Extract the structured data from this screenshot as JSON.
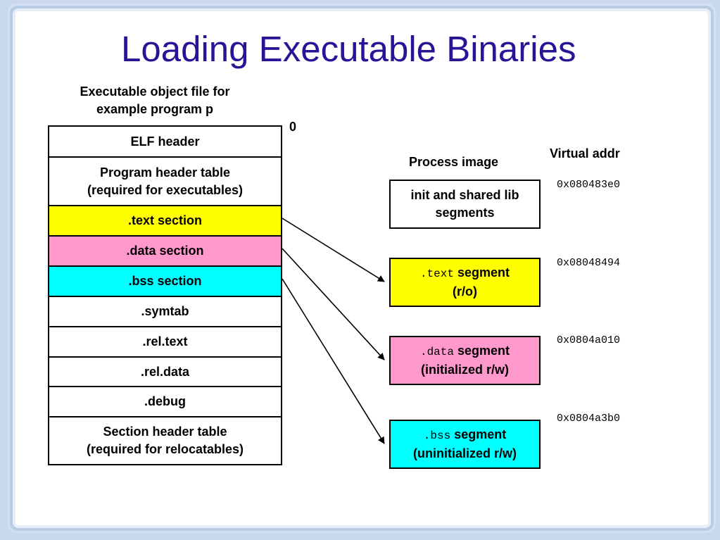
{
  "slide": {
    "title": "Loading Executable Binaries",
    "file_caption": [
      "Executable object file for",
      "example program p"
    ],
    "offset_zero": "0",
    "process_caption": "Process image",
    "vaddr_caption": "Virtual addr"
  },
  "elf_rows": [
    {
      "lines": [
        "ELF header"
      ],
      "color": "#ffffff"
    },
    {
      "lines": [
        "Program header table",
        "(required for executables)"
      ],
      "color": "#ffffff"
    },
    {
      "lines": [
        ".text section"
      ],
      "color": "#ffff00"
    },
    {
      "lines": [
        ".data section"
      ],
      "color": "#ff99cc"
    },
    {
      "lines": [
        ".bss section"
      ],
      "color": "#00ffff"
    },
    {
      "lines": [
        ".symtab"
      ],
      "color": "#ffffff"
    },
    {
      "lines": [
        ".rel.text"
      ],
      "color": "#ffffff"
    },
    {
      "lines": [
        ".rel.data"
      ],
      "color": "#ffffff"
    },
    {
      "lines": [
        ".debug"
      ],
      "color": "#ffffff"
    },
    {
      "lines": [
        "Section header table",
        "(required for relocatables)"
      ],
      "color": "#ffffff"
    }
  ],
  "segments": [
    {
      "code": "",
      "line1": "init and shared lib",
      "line2": "segments",
      "color": "#ffffff"
    },
    {
      "code": ".text",
      "line1": " segment",
      "line2": "(r/o)",
      "color": "#ffff00"
    },
    {
      "code": ".data",
      "line1": " segment",
      "line2": "(initialized r/w)",
      "color": "#ff99cc"
    },
    {
      "code": ".bss",
      "line1": " segment",
      "line2": "(uninitialized r/w)",
      "color": "#00ffff"
    }
  ],
  "addresses": [
    "0x080483e0",
    "0x08048494",
    "0x0804a010",
    "0x0804a3b0"
  ]
}
